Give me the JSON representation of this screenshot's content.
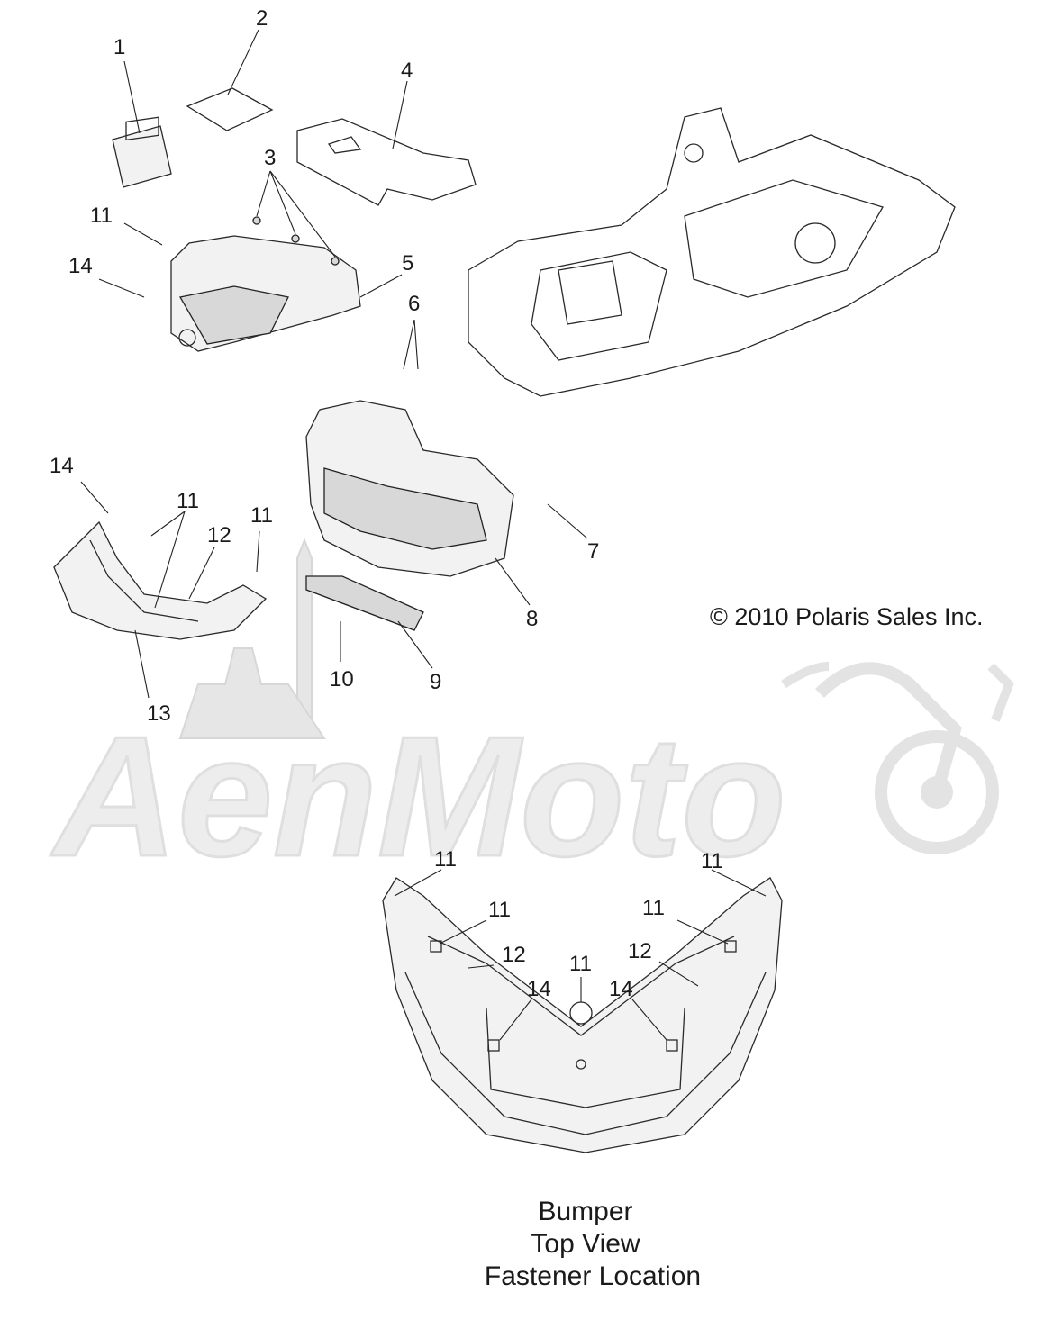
{
  "diagram": {
    "callouts": [
      {
        "id": "c1",
        "label": "1"
      },
      {
        "id": "c2",
        "label": "2"
      },
      {
        "id": "c3",
        "label": "3"
      },
      {
        "id": "c4",
        "label": "4"
      },
      {
        "id": "c5",
        "label": "5"
      },
      {
        "id": "c6",
        "label": "6"
      },
      {
        "id": "c7",
        "label": "7"
      },
      {
        "id": "c8",
        "label": "8"
      },
      {
        "id": "c9",
        "label": "9"
      },
      {
        "id": "c10",
        "label": "10"
      },
      {
        "id": "c11a",
        "label": "11"
      },
      {
        "id": "c14a",
        "label": "14"
      },
      {
        "id": "c14b",
        "label": "14"
      },
      {
        "id": "c11b",
        "label": "11"
      },
      {
        "id": "c12a",
        "label": "12"
      },
      {
        "id": "c11c",
        "label": "11"
      },
      {
        "id": "c13",
        "label": "13"
      },
      {
        "id": "c11d",
        "label": "11"
      },
      {
        "id": "c11e",
        "label": "11"
      },
      {
        "id": "c11f",
        "label": "11"
      },
      {
        "id": "c11g",
        "label": "11"
      },
      {
        "id": "c12b",
        "label": "12"
      },
      {
        "id": "c12c",
        "label": "12"
      },
      {
        "id": "c11h",
        "label": "11"
      },
      {
        "id": "c14c",
        "label": "14"
      },
      {
        "id": "c14d",
        "label": "14"
      }
    ],
    "copyright": "© 2010 Polaris Sales Inc.",
    "caption_lines": [
      "Bumper",
      "Top View",
      "Fastener Location"
    ],
    "watermark_text": "AenMoto"
  }
}
